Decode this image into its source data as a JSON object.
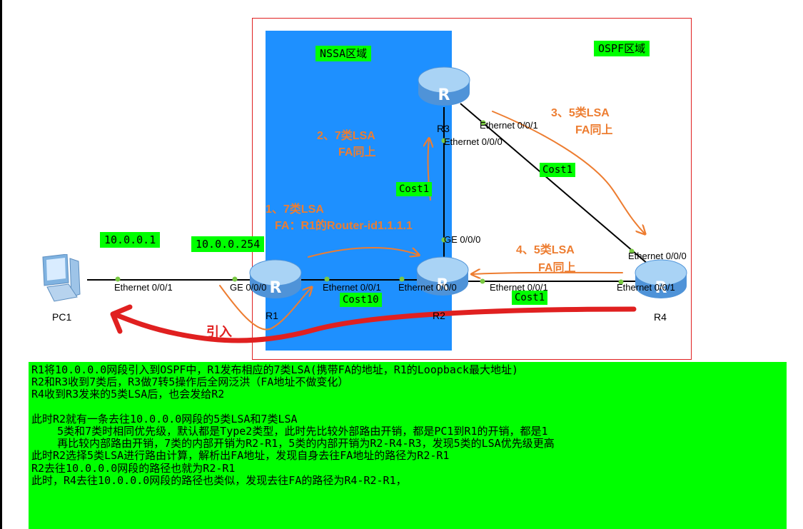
{
  "areas": {
    "nssa_label": "NSSA区域",
    "ospf_label": "OSPF区域"
  },
  "hosts": {
    "pc1": {
      "name": "PC1",
      "ip": "10.0.0.1"
    }
  },
  "routers": {
    "r1": {
      "name": "R1",
      "ip": "10.0.0.254"
    },
    "r2": {
      "name": "R2"
    },
    "r3": {
      "name": "R3"
    },
    "r4": {
      "name": "R4"
    }
  },
  "ports": {
    "pc1_eth": "Ethernet 0/0/1",
    "r1_ge": "GE 0/0/0",
    "r1_eth": "Ethernet 0/0/1",
    "r2_eth000": "Ethernet 0/0/0",
    "r2_eth001": "Ethernet 0/0/1",
    "r2_ge": "GE 0/0/0",
    "r3_eth000": "Ethernet 0/0/0",
    "r3_eth001": "Ethernet 0/0/1",
    "r4_eth000": "Ethernet 0/0/0",
    "r4_eth001": "Ethernet 0/0/1"
  },
  "costs": {
    "r1_r2": "Cost10",
    "r2_r3": "Cost1",
    "r3_r4": "Cost1",
    "r2_r4": "Cost1"
  },
  "annotations": {
    "step1_line1": "1、7类LSA",
    "step1_line2": "FA：R1的Router-id1.1.1.1",
    "step2_line1": "2、7类LSA",
    "step2_line2": "FA同上",
    "step3_line1": "3、5类LSA",
    "step3_line2": "FA同上",
    "step4_line1": "4、5类LSA",
    "step4_line2": "FA同上",
    "import": "引入"
  },
  "colors": {
    "nssa_fill": "#1e90ff",
    "area_border": "#e02020",
    "label_bg": "#00ff00",
    "annotation": "#ed7d31",
    "import_arrow": "#e02020"
  },
  "notes": [
    "R1将10.0.0.0网段引入到OSPF中，R1发布相应的7类LSA(携带FA的地址，R1的Loopback最大地址)",
    "R2和R3收到7类后，R3做7转5操作后全网泛洪（FA地址不做变化）",
    "R4收到R3发来的5类LSA后，也会发给R2",
    "",
    "此时R2就有一条去往10.0.0.0网段的5类LSA和7类LSA",
    "    5类和7类时相同优先级，默认都是Type2类型，此时先比较外部路由开销，都是PC1到R1的开销，都是1",
    "    再比较内部路由开销，7类的内部开销为R2-R1，5类的内部开销为R2-R4-R3，发现5类的LSA优先级更高",
    "此时R2选择5类LSA进行路由计算，解析出FA地址，发现自身去往FA地址的路径为R2-R1",
    "R2去往10.0.0.0网段的路径也就为R2-R1",
    "此时，R4去往10.0.0.0网段的路径也类似，发现去往FA的路径为R4-R2-R1，"
  ]
}
